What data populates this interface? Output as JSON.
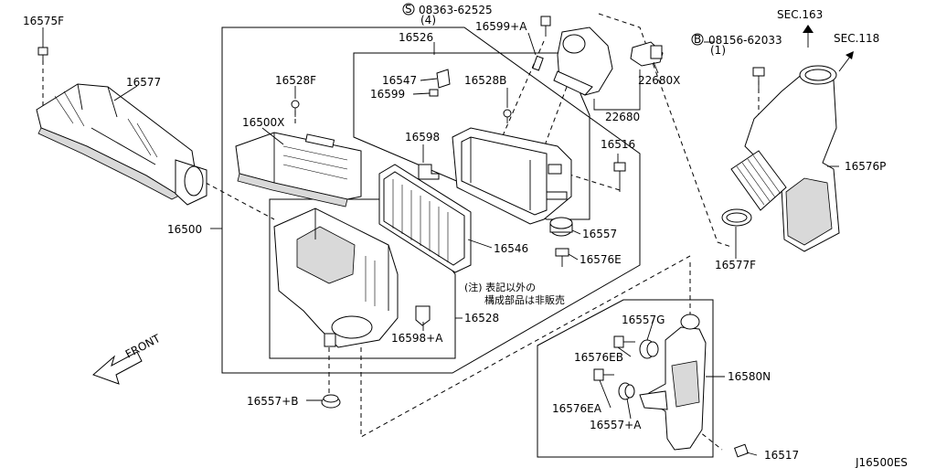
{
  "diagram": {
    "code": "J16500ES",
    "direction": "FRONT",
    "note_line1": "(注) 表記以外の",
    "note_line2": "構成部品は非販売",
    "refs": {
      "sec163": "SEC.163",
      "sec118": "SEC.118"
    },
    "bolts": {
      "s_bolt": "08363-62525",
      "s_bolt_qty": "(4)",
      "b_bolt": "08156-62033",
      "b_bolt_qty": "(1)"
    },
    "labels": {
      "p16575F": "16575F",
      "p16577": "16577",
      "p16528F": "16528F",
      "p16500X": "16500X",
      "p16526": "16526",
      "p16547": "16547",
      "p16599": "16599",
      "p16528B": "16528B",
      "p16599A": "16599+A",
      "p22680X": "22680X",
      "p22680": "22680",
      "p16598": "16598",
      "p16516": "16516",
      "p16576P": "16576P",
      "p16500": "16500",
      "p16557": "16557",
      "p16546": "16546",
      "p16576E": "16576E",
      "p16577F": "16577F",
      "p16528": "16528",
      "p16598A": "16598+A",
      "p16557G": "16557G",
      "p16576EB": "16576EB",
      "p16580N": "16580N",
      "p16576EA": "16576EA",
      "p16557A": "16557+A",
      "p16557B": "16557+B",
      "p16517": "16517"
    }
  }
}
